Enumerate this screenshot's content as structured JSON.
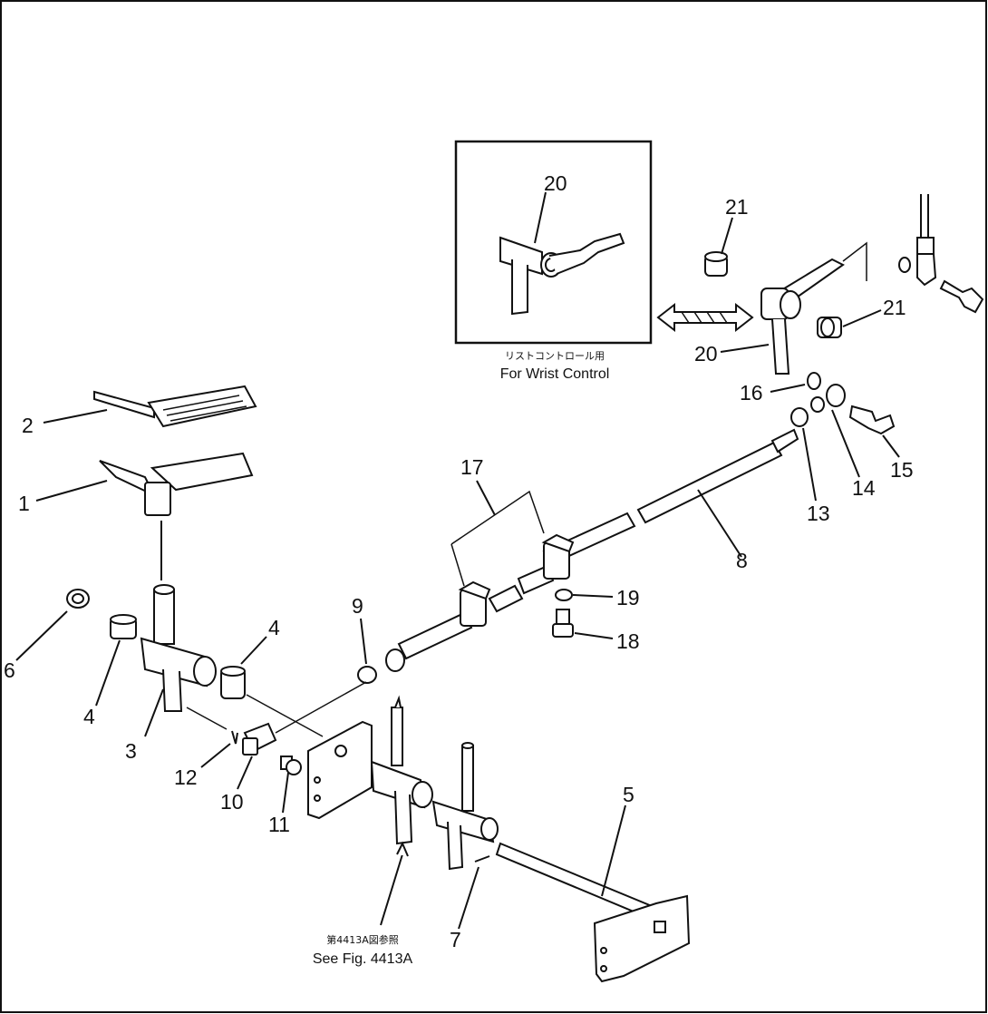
{
  "callouts": [
    "1",
    "2",
    "3",
    "4",
    "4",
    "5",
    "6",
    "7",
    "8",
    "9",
    "10",
    "11",
    "12",
    "13",
    "14",
    "15",
    "16",
    "17",
    "18",
    "19",
    "20",
    "20",
    "21",
    "21"
  ],
  "captions": {
    "wrist_jp": "リストコントロール用",
    "wrist_en": "For Wrist Control",
    "fig_jp": "第4413A図参照",
    "fig_en": "See Fig. 4413A"
  }
}
